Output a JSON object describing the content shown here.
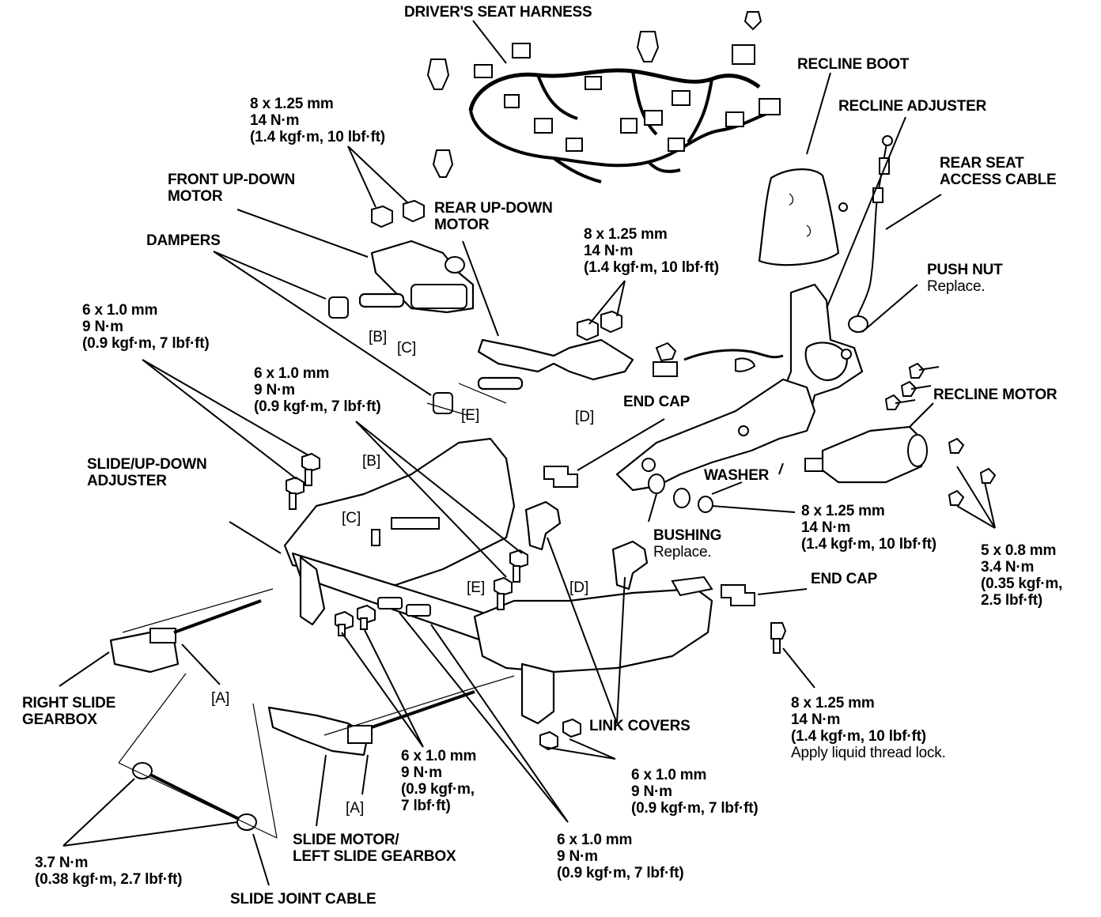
{
  "labels": {
    "drivers_seat_harness": [
      "DRIVER'S SEAT HARNESS"
    ],
    "recline_boot": [
      "RECLINE BOOT"
    ],
    "recline_adjuster": [
      "RECLINE ADJUSTER"
    ],
    "rear_seat_access_cable": [
      "REAR SEAT",
      "ACCESS CABLE"
    ],
    "push_nut": {
      "name": "PUSH NUT",
      "note": "Replace."
    },
    "recline_motor": [
      "RECLINE MOTOR"
    ],
    "washer": [
      "WASHER"
    ],
    "bushing": {
      "name": "BUSHING",
      "note": "Replace."
    },
    "end_cap_top": [
      "END CAP"
    ],
    "end_cap_right": [
      "END CAP"
    ],
    "link_covers": [
      "LINK COVERS"
    ],
    "front_up_down_motor": [
      "FRONT UP-DOWN",
      "MOTOR"
    ],
    "rear_up_down_motor": [
      "REAR UP-DOWN",
      "MOTOR"
    ],
    "dampers": [
      "DAMPERS"
    ],
    "slide_up_down_adjuster": [
      "SLIDE/UP-DOWN",
      "ADJUSTER"
    ],
    "right_slide_gearbox": [
      "RIGHT SLIDE",
      "GEARBOX"
    ],
    "slide_motor_left_gearbox": [
      "SLIDE MOTOR/",
      "LEFT SLIDE GEARBOX"
    ],
    "slide_joint_cable": [
      "SLIDE JOINT CABLE"
    ]
  },
  "torque_specs": {
    "front_motor_nuts": [
      "8 x 1.25 mm",
      "14 N·m",
      "(1.4 kgf·m, 10 lbf·ft)"
    ],
    "rear_motor_nuts": [
      "8 x 1.25 mm",
      "14 N·m",
      "(1.4 kgf·m, 10 lbf·ft)"
    ],
    "adjuster_bolts_left": [
      "6 x 1.0 mm",
      "9 N·m",
      "(0.9 kgf·m, 7 lbf·ft)"
    ],
    "adjuster_bolts_center": [
      "6 x 1.0 mm",
      "9 N·m",
      "(0.9 kgf·m, 7 lbf·ft)"
    ],
    "recline_pivot_nut": [
      "8 x 1.25 mm",
      "14 N·m",
      "(1.4 kgf·m, 10 lbf·ft)"
    ],
    "recline_motor_bolts": [
      "5 x 0.8 mm",
      "3.4 N·m",
      "(0.35 kgf·m,",
      "2.5 lbf·ft)"
    ],
    "rail_bolt": {
      "lines": [
        "8 x 1.25 mm",
        "14 N·m",
        "(1.4 kgf·m, 10 lbf·ft)"
      ],
      "note": "Apply liquid thread lock."
    },
    "gearbox_bolts": [
      "6 x 1.0 mm",
      "9 N·m",
      "(0.9 kgf·m,",
      "7 lbf·ft)"
    ],
    "rail_mount_bolts": [
      "6 x 1.0 mm",
      "9 N·m",
      "(0.9 kgf·m, 7 lbf·ft)"
    ],
    "bottom_center_bolts": [
      "6 x 1.0 mm",
      "9 N·m",
      "(0.9 kgf·m, 7 lbf·ft)"
    ],
    "slide_joint_cable_nuts": [
      "3.7 N·m",
      "(0.38 kgf·m, 2.7 lbf·ft)"
    ]
  },
  "refs": {
    "B_top": "[B]",
    "C_top": "[C]",
    "E_top": "[E]",
    "D_top": "[D]",
    "B_mid": "[B]",
    "C_mid": "[C]",
    "E_mid": "[E]",
    "D_mid": "[D]",
    "A_left": "[A]",
    "A_bottom": "[A]"
  }
}
